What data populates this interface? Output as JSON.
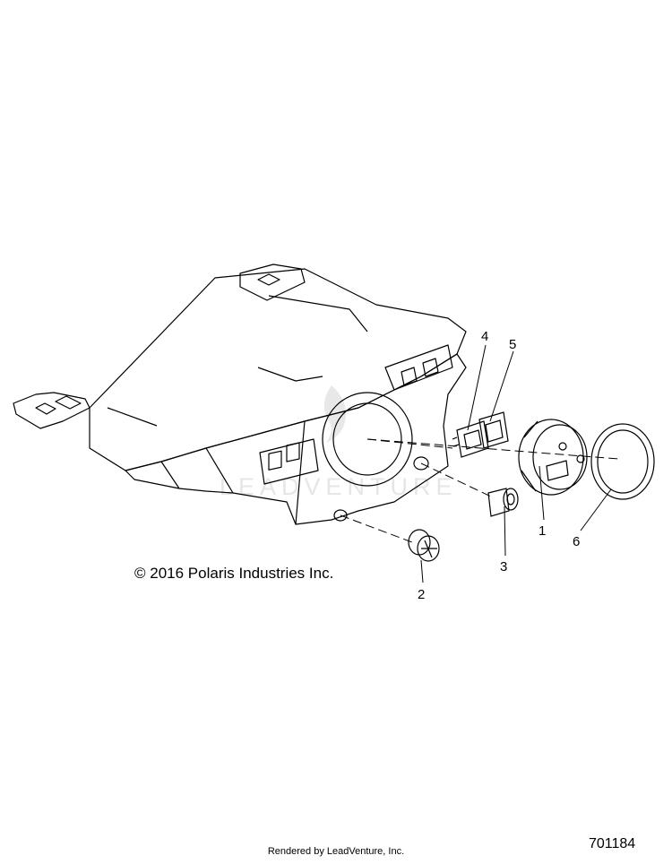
{
  "copyright": "© 2016 Polaris Industries Inc.",
  "watermark": "LEADVENTURE",
  "callouts": [
    {
      "id": "1",
      "label": "1"
    },
    {
      "id": "2",
      "label": "2"
    },
    {
      "id": "3",
      "label": "3"
    },
    {
      "id": "4",
      "label": "4"
    },
    {
      "id": "5",
      "label": "5"
    },
    {
      "id": "6",
      "label": "6"
    }
  ],
  "footer": "Rendered by LeadVenture, Inc.",
  "figure_number": "701184",
  "colors": {
    "line": "#000000",
    "background": "#ffffff",
    "watermark": "#e6e6e6"
  }
}
